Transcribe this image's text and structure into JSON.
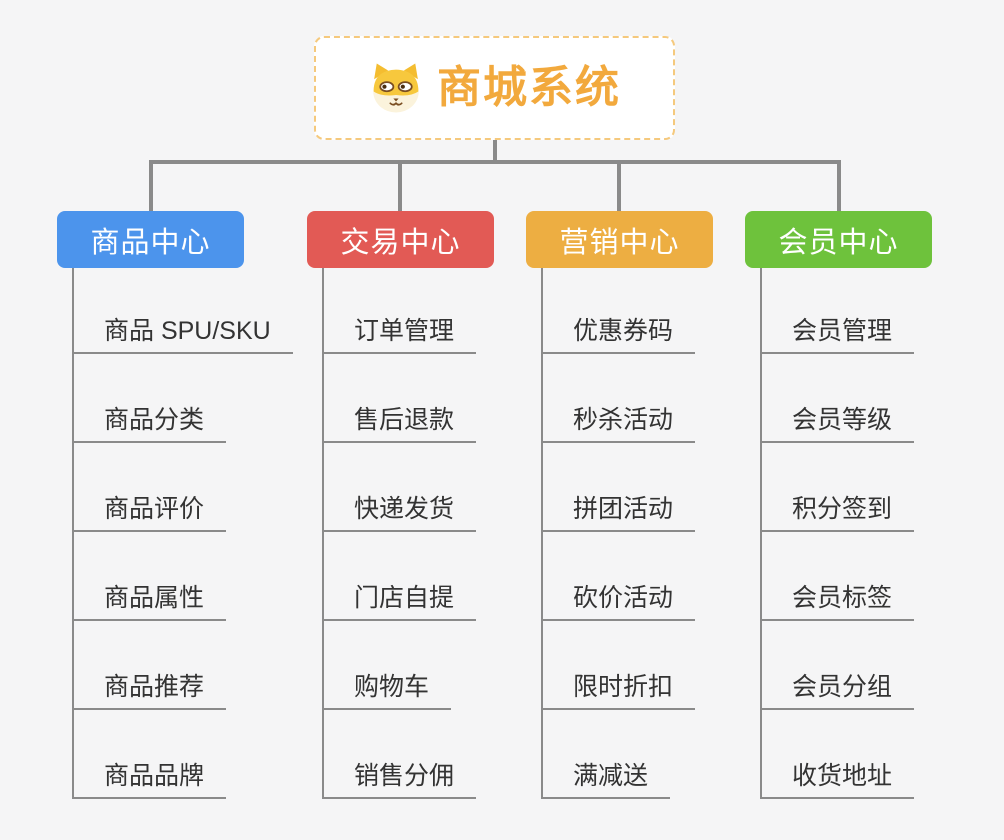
{
  "canvas": {
    "bg": "#f5f5f6",
    "line_color": "#8a8a8a",
    "text_color": "#333333"
  },
  "root": {
    "title": "商城系统",
    "icon": "dog-face-icon",
    "text_color": "#f2a93d",
    "border_color": "#f5c97d"
  },
  "branches": [
    {
      "label": "商品中心",
      "color": "#4c94ec",
      "children": [
        "商品 SPU/SKU",
        "商品分类",
        "商品评价",
        "商品属性",
        "商品推荐",
        "商品品牌"
      ]
    },
    {
      "label": "交易中心",
      "color": "#e25a55",
      "children": [
        "订单管理",
        "售后退款",
        "快递发货",
        "门店自提",
        "购物车",
        "销售分佣"
      ]
    },
    {
      "label": "营销中心",
      "color": "#edae42",
      "children": [
        "优惠券码",
        "秒杀活动",
        "拼团活动",
        "砍价活动",
        "限时折扣",
        "满减送"
      ]
    },
    {
      "label": "会员中心",
      "color": "#6ec23c",
      "children": [
        "会员管理",
        "会员等级",
        "积分签到",
        "会员标签",
        "会员分组",
        "收货地址"
      ]
    }
  ]
}
